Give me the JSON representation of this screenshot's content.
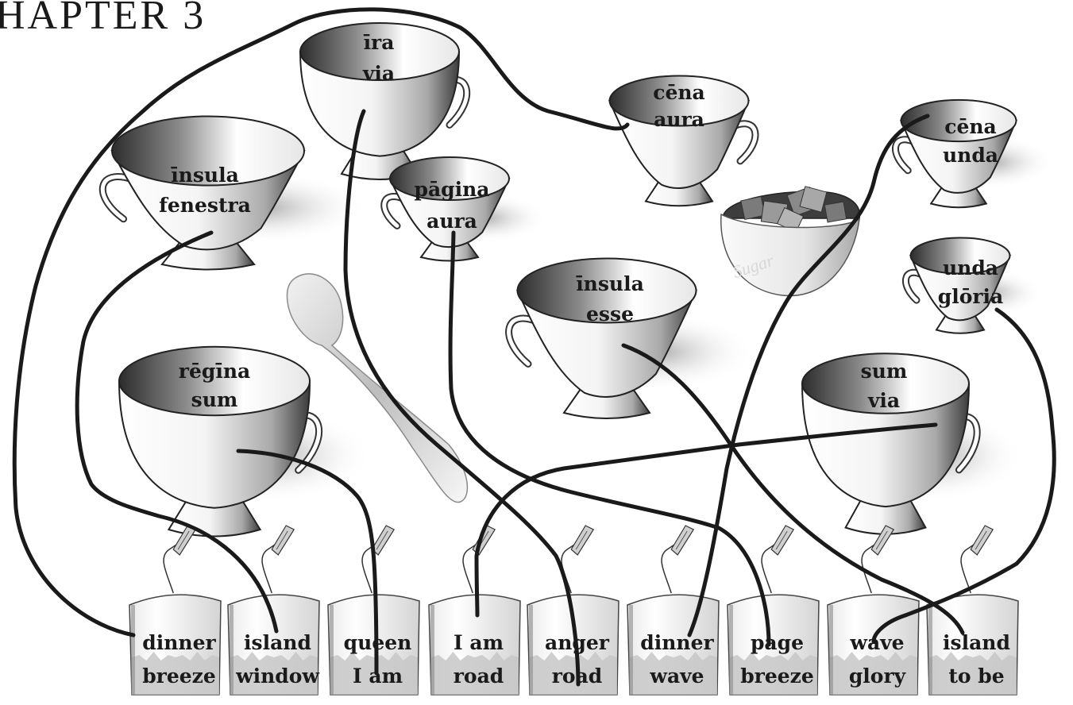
{
  "heading": "HAPTER 3",
  "sugar_label": "Sugar",
  "cups": [
    {
      "id": "ira-via",
      "line1": "īra",
      "line2": "via"
    },
    {
      "id": "insula-fenestra",
      "line1": "īnsula",
      "line2": "fenestra"
    },
    {
      "id": "pagina-aura",
      "line1": "pāgina",
      "line2": "aura"
    },
    {
      "id": "cena-aura",
      "line1": "cēna",
      "line2": "aura"
    },
    {
      "id": "cena-unda",
      "line1": "cēna",
      "line2": "unda"
    },
    {
      "id": "unda-gloria",
      "line1": "unda",
      "line2": "glōria"
    },
    {
      "id": "insula-esse",
      "line1": "īnsula",
      "line2": "esse"
    },
    {
      "id": "regina-sum",
      "line1": "rēgīna",
      "line2": "sum"
    },
    {
      "id": "sum-via",
      "line1": "sum",
      "line2": "via"
    }
  ],
  "teabags": [
    {
      "id": "dinner-breeze",
      "line1": "dinner",
      "line2": "breeze"
    },
    {
      "id": "island-window",
      "line1": "island",
      "line2": "window"
    },
    {
      "id": "queen-i-am",
      "line1": "queen",
      "line2": "I am"
    },
    {
      "id": "i-am-road",
      "line1": "I am",
      "line2": "road"
    },
    {
      "id": "anger-road",
      "line1": "anger",
      "line2": "road"
    },
    {
      "id": "dinner-wave",
      "line1": "dinner",
      "line2": "wave"
    },
    {
      "id": "page-breeze",
      "line1": "page",
      "line2": "breeze"
    },
    {
      "id": "wave-glory",
      "line1": "wave",
      "line2": "glory"
    },
    {
      "id": "island-to-be",
      "line1": "island",
      "line2": "to be"
    }
  ],
  "connections": [
    {
      "cup": "cena-aura",
      "teabag": "dinner-breeze"
    },
    {
      "cup": "insula-fenestra",
      "teabag": "island-window"
    },
    {
      "cup": "regina-sum",
      "teabag": "queen-i-am"
    },
    {
      "cup": "sum-via",
      "teabag": "i-am-road"
    },
    {
      "cup": "ira-via",
      "teabag": "anger-road"
    },
    {
      "cup": "cena-unda",
      "teabag": "dinner-wave"
    },
    {
      "cup": "pagina-aura",
      "teabag": "page-breeze"
    },
    {
      "cup": "unda-gloria",
      "teabag": "wave-glory"
    },
    {
      "cup": "insula-esse",
      "teabag": "island-to-be"
    }
  ]
}
